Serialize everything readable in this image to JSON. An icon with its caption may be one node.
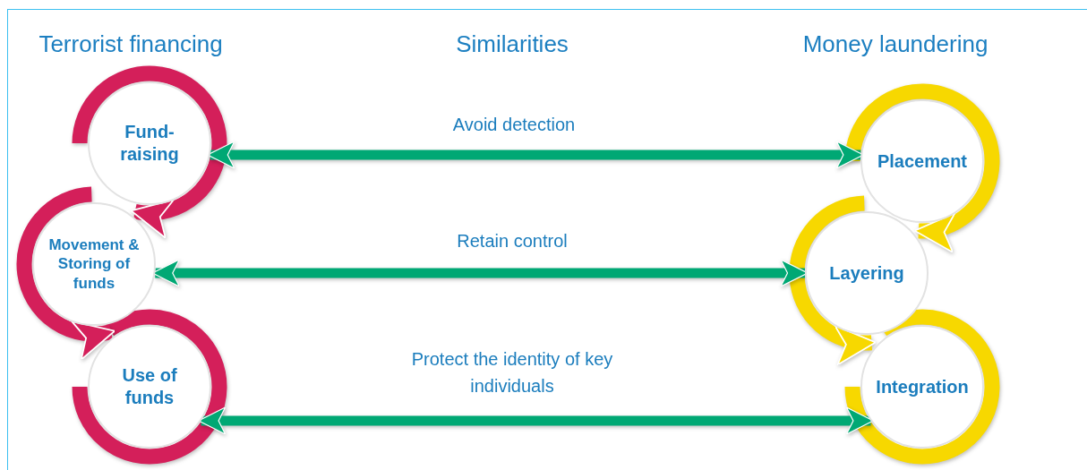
{
  "diagram": {
    "nodes": [
      {
        "text": [
          "Fund- raising"
        ]
      },
      {
        "text": [
          "Movement & Storing of funds"
        ]
      },
      {
        "text": [
          "Use of funds"
        ]
      },
      {
        "text": [
          "Placement"
        ]
      },
      {
        "text": [
          "Layering"
        ]
      },
      {
        "text": [
          "Integration"
        ]
      }
    ],
    "edges": [
      {
        "from": 0,
        "to": 1,
        "arrow": "to",
        "color": "#d41f5a"
      },
      {
        "from": 1,
        "to": 2,
        "arrow": "to",
        "color": "#d41f5a"
      },
      {
        "from": 3,
        "to": 4,
        "arrow": "to",
        "color": "#f7d800"
      },
      {
        "from": 4,
        "to": 5,
        "arrow": "to",
        "color": "#f7d800"
      },
      {
        "from": 0,
        "to": 3,
        "arrow": "both",
        "label": "Avoid detection",
        "color": "#00a874"
      },
      {
        "from": 1,
        "to": 4,
        "arrow": "both",
        "label": "Retain control",
        "color": "#00a874"
      },
      {
        "from": 2,
        "to": 5,
        "arrow": "both",
        "label": "Protect the identity of key individuals",
        "color": "#00a874"
      }
    ],
    "labels": [
      "Terrorist financing",
      "Similarities",
      "Money laundering"
    ]
  }
}
